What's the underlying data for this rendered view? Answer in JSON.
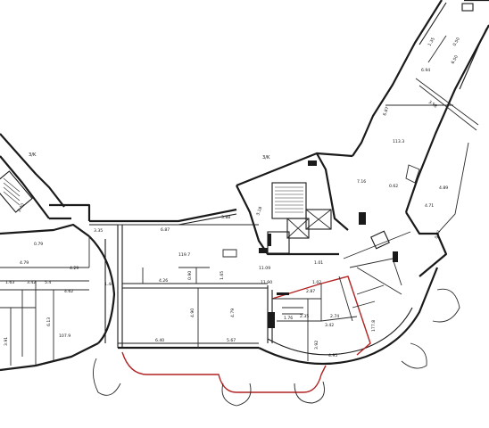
{
  "labels": {
    "sym_1": "3/K",
    "sym_2": "3/K",
    "stair_a": "2.40",
    "a_135": "1.35",
    "a_050": "0.50",
    "a_650": "6.50",
    "a_694": "6.94",
    "a_716": "7.16",
    "a_398": "3.98",
    "a_687": "6.87",
    "a_1133": "113.3",
    "a_062": "0.62",
    "a_489": "4.89",
    "a_471": "4.71",
    "a_081": "0.81",
    "a_335": "3.35",
    "a_687b": "6.87",
    "a_1197": "119.7",
    "a_388": "3.88",
    "a_318": "3.18",
    "a_079": "0.79",
    "a_479": "4.79",
    "a_429": "4.29",
    "a_462": "4.62",
    "a_163": "1.63",
    "a_342": "3.42",
    "a_54": "5.4",
    "a_144": "1.44",
    "a_426": "4.26",
    "a_090": "0.90",
    "a_165": "1.65",
    "a_1109": "11.09",
    "a_1190": "11.90",
    "a_287": "2.87",
    "a_102": "1.02",
    "a_101": "1.01",
    "a_490": "4.90",
    "a_479b": "4.79",
    "a_640": "6.40",
    "a_567": "5.67",
    "a_613": "6.13",
    "a_1079": "107.9",
    "a_391": "3.91",
    "a_495": "4.95",
    "a_176": "1.76",
    "a_235": "2.35",
    "a_342b": "3.42",
    "a_274": "2.74",
    "a_1778": "177.8",
    "a_392": "3.92"
  }
}
